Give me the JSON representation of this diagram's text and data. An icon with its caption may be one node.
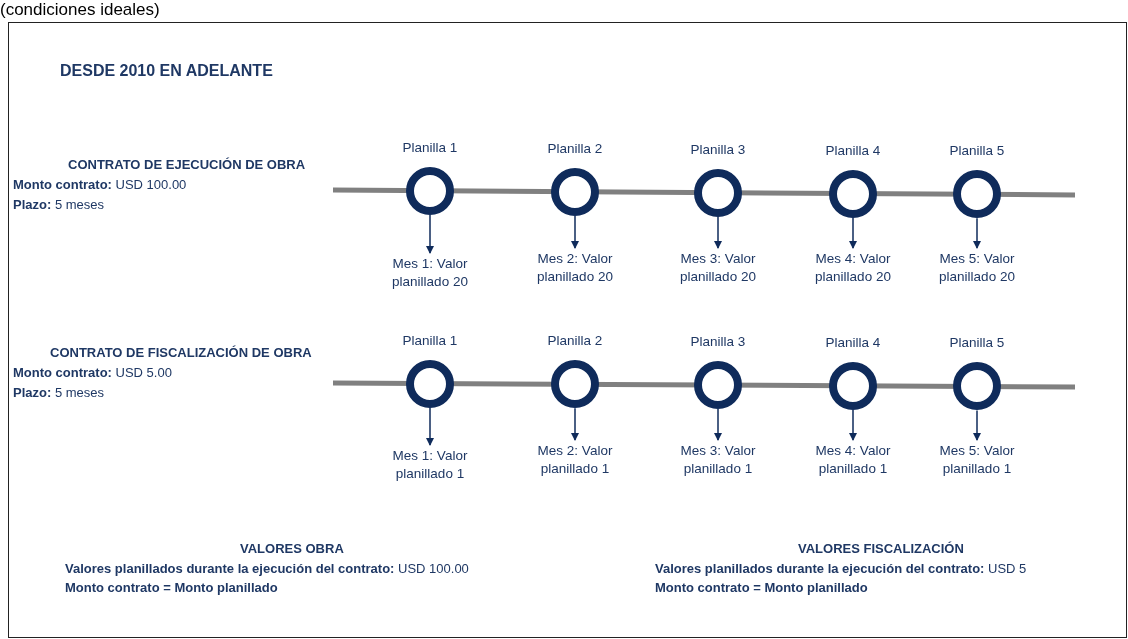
{
  "diagram": {
    "title": "DESDE 2010 EN ADELANTE",
    "nodes": [
      {
        "text": [],
        "shape": "circle",
        "beside": [
          "Planilla 1"
        ]
      },
      {
        "text": [],
        "shape": "circle",
        "beside": [
          "Planilla 2"
        ]
      },
      {
        "text": [],
        "shape": "circle",
        "beside": [
          "Planilla 3"
        ]
      },
      {
        "text": [],
        "shape": "circle",
        "beside": [
          "Planilla 4"
        ]
      },
      {
        "text": [],
        "shape": "circle",
        "beside": [
          "Planilla 5"
        ]
      },
      {
        "text": [
          "Mes 1: Valor planillado 20"
        ]
      },
      {
        "text": [
          "Mes 2: Valor planillado 20"
        ]
      },
      {
        "text": [
          "Mes 3: Valor planillado 20"
        ]
      },
      {
        "text": [
          "Mes 4: Valor planillado 20"
        ]
      },
      {
        "text": [
          "Mes 5: Valor planillado 20"
        ]
      },
      {
        "text": [],
        "shape": "circle",
        "beside": [
          "Planilla 1"
        ]
      },
      {
        "text": [],
        "shape": "circle",
        "beside": [
          "Planilla 2"
        ]
      },
      {
        "text": [],
        "shape": "circle",
        "beside": [
          "Planilla 3"
        ]
      },
      {
        "text": [],
        "shape": "circle",
        "beside": [
          "Planilla 4"
        ]
      },
      {
        "text": [],
        "shape": "circle",
        "beside": [
          "Planilla 5"
        ]
      },
      {
        "text": [
          "Mes 1: Valor planillado 1"
        ]
      },
      {
        "text": [
          "Mes 2: Valor planillado 1"
        ]
      },
      {
        "text": [
          "Mes 3: Valor planillado 1"
        ]
      },
      {
        "text": [
          "Mes 4: Valor planillado 1"
        ]
      },
      {
        "text": [
          "Mes 5: Valor planillado 1"
        ]
      }
    ],
    "edges": [
      {
        "from": 0,
        "to": 5,
        "arrow": "to"
      },
      {
        "from": 1,
        "to": 6,
        "arrow": "to"
      },
      {
        "from": 2,
        "to": 7,
        "arrow": "to"
      },
      {
        "from": 3,
        "to": 8,
        "arrow": "to"
      },
      {
        "from": 4,
        "to": 9,
        "arrow": "to"
      },
      {
        "from": 10,
        "to": 15,
        "arrow": "to"
      },
      {
        "from": 11,
        "to": 16,
        "arrow": "to"
      },
      {
        "from": 12,
        "to": 17,
        "arrow": "to"
      },
      {
        "from": 13,
        "to": 18,
        "arrow": "to"
      },
      {
        "from": 14,
        "to": 19,
        "arrow": "to"
      }
    ],
    "labels": [
      "(condiciones ideales)",
      "CONTRATO DE EJECUCIÓN DE OBRA",
      "**Monto contrato:** USD 100.00",
      "**Plazo:** 5 meses",
      "CONTRATO DE FISCALIZACIÓN DE OBRA",
      "**Monto contrato:** USD 5.00",
      "**Plazo:** 5 meses",
      "VALORES OBRA",
      "**Valores planillados durante la ejecución del contrato:** USD 100.00",
      "Monto contrato = Monto planillado",
      "VALORES FISCALIZACIÓN",
      "**Valores planillados durante la ejecución del contrato:** USD 5",
      "Monto contrato = Monto planillado"
    ]
  }
}
